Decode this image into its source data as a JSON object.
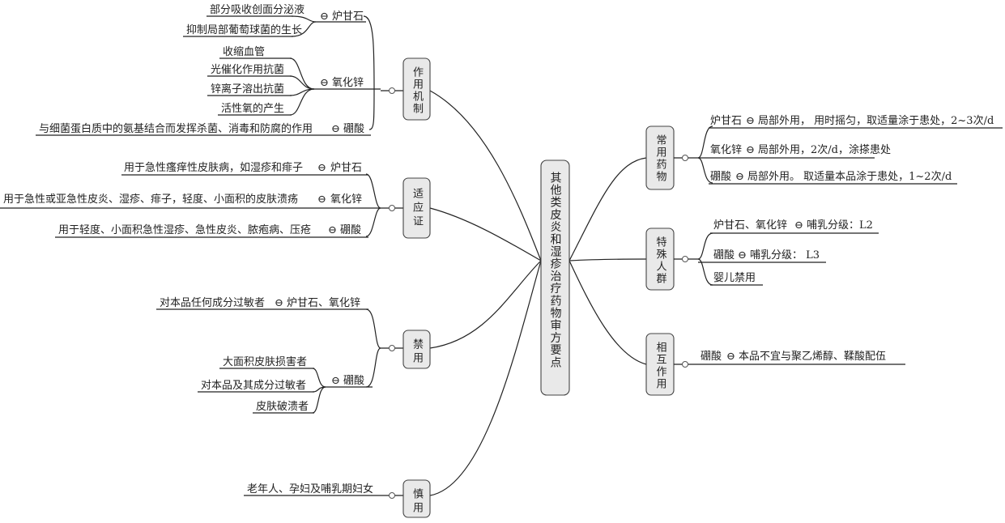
{
  "center": {
    "title": "其他类皮炎和湿疹治疗药物审方要点"
  },
  "branches": {
    "mechanism": {
      "title": "作用机制",
      "luganshi": {
        "label": "炉甘石",
        "items": [
          "部分吸收创面分泌液",
          "抑制局部葡萄球菌的生长"
        ]
      },
      "yanghuaxin": {
        "label": "氧化锌",
        "items": [
          "收缩血管",
          "光催化作用抗菌",
          "锌离子溶出抗菌",
          "活性氧的产生"
        ]
      },
      "pengsuan": {
        "label": "硼酸",
        "text": "与细菌蛋白质中的氨基结合而发挥杀菌、消毒和防腐的作用"
      }
    },
    "indication": {
      "title": "适应证",
      "items": [
        {
          "text": "用于急性瘙痒性皮肤病，如湿疹和痱子",
          "drug": "炉甘石"
        },
        {
          "text": "用于急性或亚急性皮炎、湿疹、痱子，轻度、小面积的皮肤溃疡",
          "drug": "氧化锌"
        },
        {
          "text": "用于轻度、小面积急性湿疹、急性皮炎、脓疱病、压疮",
          "drug": "硼酸"
        }
      ]
    },
    "contra": {
      "title": "禁用",
      "first": {
        "text": "对本品任何成分过敏者",
        "drug": "炉甘石、氧化锌"
      },
      "pengsuan": {
        "label": "硼酸",
        "items": [
          "大面积皮肤损害者",
          "对本品及其成分过敏者",
          "皮肤破溃者"
        ]
      }
    },
    "caution": {
      "title": "慎用",
      "text": "老年人、孕妇及哺乳期妇女"
    },
    "usage": {
      "title": "常用药物",
      "items": [
        {
          "drug": "炉甘石",
          "text": "局部外用， 用时摇匀，取适量涂于患处，2~3次/d"
        },
        {
          "drug": "氧化锌",
          "text": "局部外用，2次/d，涂搽患处"
        },
        {
          "drug": "硼酸",
          "text": "局部外用。 取适量本品涂于患处，1~2次/d"
        }
      ]
    },
    "special": {
      "title": "特殊人群",
      "items": [
        {
          "drug": "炉甘石、氧化锌",
          "text": "哺乳分级：L2"
        },
        {
          "drug": "硼酸",
          "text": "哺乳分级： L3"
        },
        {
          "drug": "",
          "text": "婴儿禁用"
        }
      ]
    },
    "interaction": {
      "title": "相互作用",
      "drug": "硼酸",
      "text": "本品不宜与聚乙烯醇、鞣酸配伍"
    }
  },
  "icons": {
    "collapse": "circle-minus-icon",
    "node_handle": "circle-handle-icon"
  }
}
